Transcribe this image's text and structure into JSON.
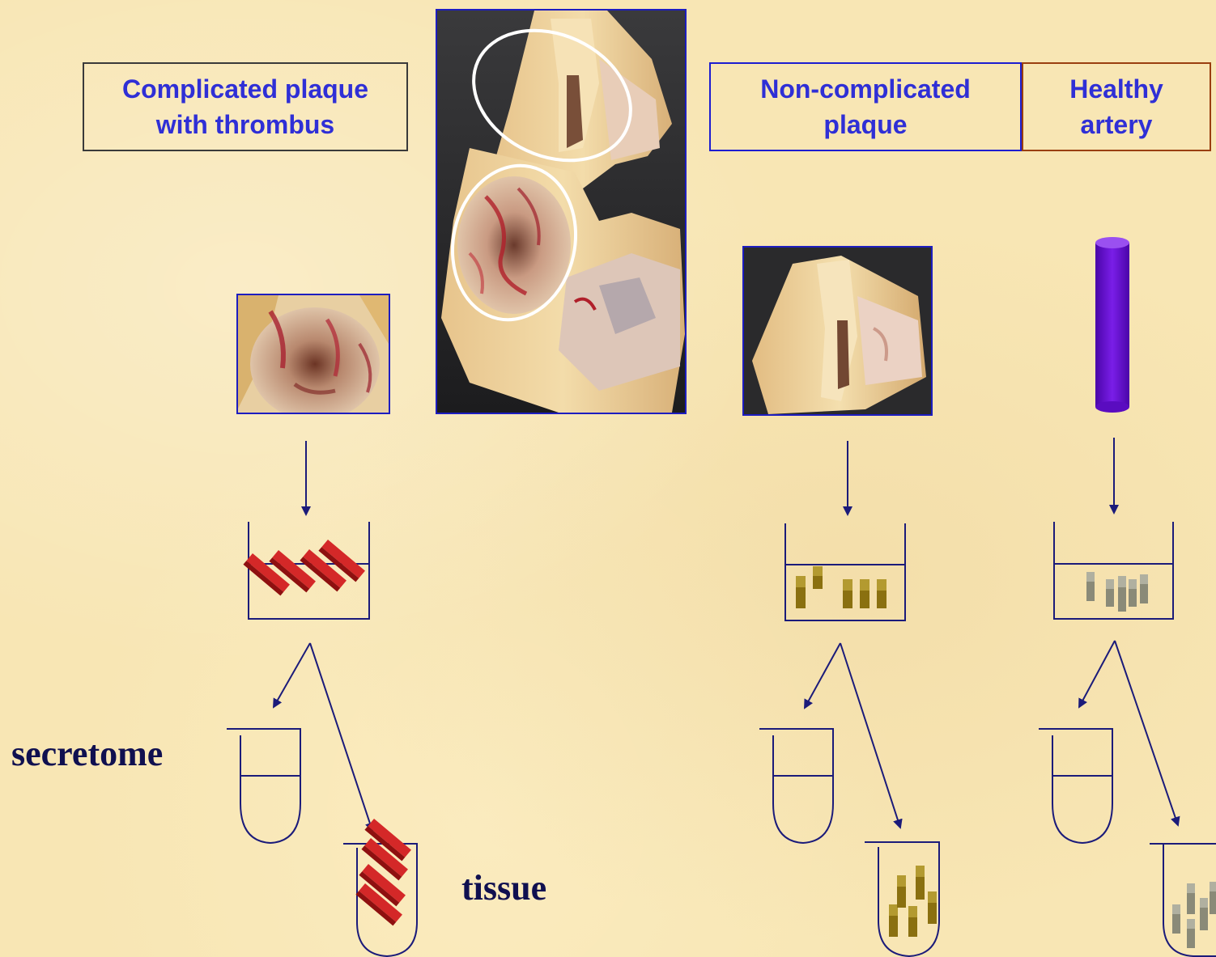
{
  "labels": {
    "complicated": "Complicated plaque\nwith thrombus",
    "noncomplicated": "Non-complicated\nplaque",
    "healthy": "Healthy\nartery",
    "secretome": "secretome",
    "tissue": "tissue"
  },
  "colors": {
    "background": "#f8e6b4",
    "label_text": "#2f2fd6",
    "diagram_line": "#1b1b7a",
    "complicated_tissue": "#cc2020",
    "noncomplicated_tissue": "#8a7010",
    "healthy_tissue": "#8a8a78",
    "healthy_artery": "#6a10d0"
  },
  "icons": {
    "artery": "purple-cylinder-icon",
    "photos": [
      "carotid-plaque-photo",
      "complicated-plaque-photo",
      "noncomplicated-plaque-photo"
    ]
  }
}
